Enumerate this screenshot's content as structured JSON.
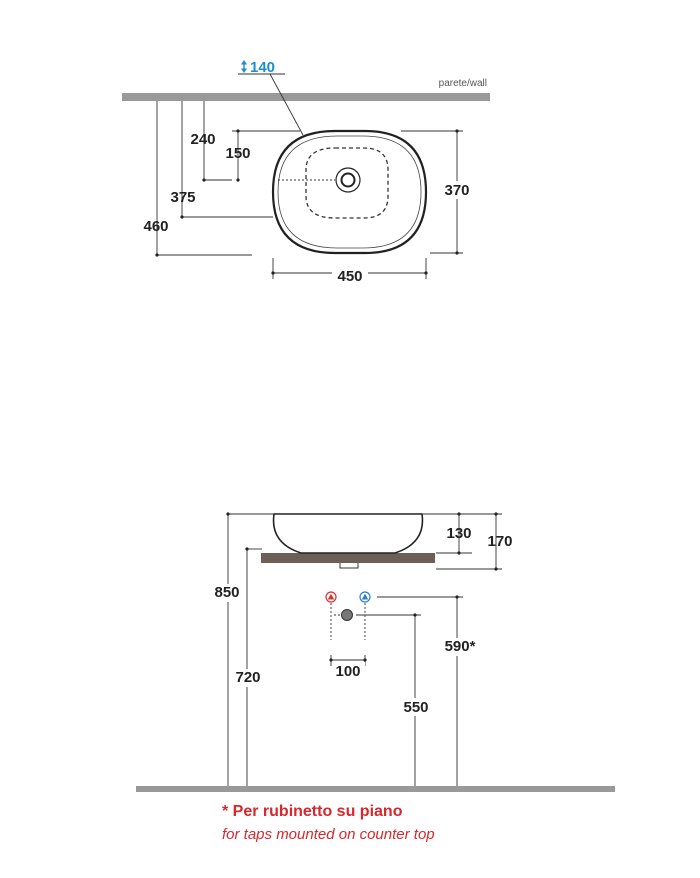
{
  "plan": {
    "wall_label": "parete/wall",
    "tap_height": "140",
    "dims": {
      "d240": "240",
      "d150": "150",
      "d375": "375",
      "d460": "460",
      "d370": "370",
      "d450": "450"
    }
  },
  "elevation": {
    "dims": {
      "d130": "130",
      "d170": "170",
      "d850": "850",
      "d720": "720",
      "d590": "590*",
      "d100": "100",
      "d550": "550"
    }
  },
  "note": {
    "main": "* Per rubinetto su piano",
    "sub": "for taps mounted on counter top"
  },
  "colors": {
    "wall_gray": "#999999",
    "counter_brown": "#6b5f58",
    "accent_blue": "#1a8fd0",
    "note_red": "#d8272d",
    "hot_red": "#e03030",
    "cold_blue": "#2a7fd4"
  },
  "icons": [
    "up-down-arrow-icon",
    "hot-water-icon",
    "cold-water-icon",
    "drain-icon"
  ]
}
